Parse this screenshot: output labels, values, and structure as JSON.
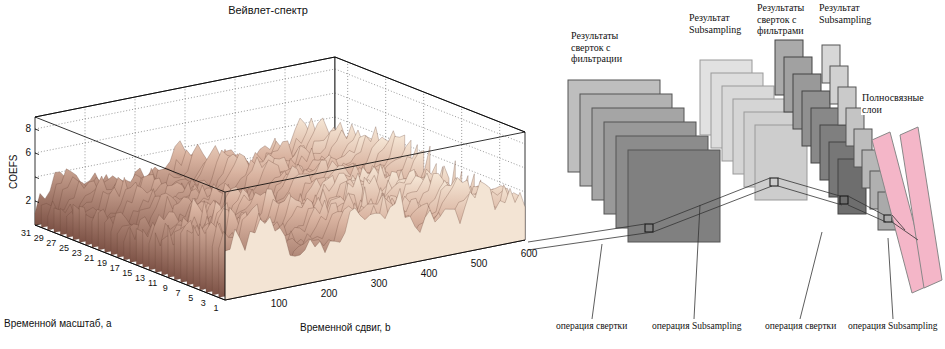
{
  "diagram": {
    "title": "Вейвлет-спектр",
    "labels": [
      "COEFS",
      "8",
      "6",
      "2",
      "31",
      "29",
      "27",
      "25",
      "23",
      "21",
      "19",
      "17",
      "15",
      "13",
      "11",
      "9",
      "7",
      "5",
      "3",
      "1",
      "Временной масштаб, a",
      "100",
      "200",
      "300",
      "400",
      "500",
      "600",
      "Временной сдвиг, b",
      "Результаты сверток с фильтрации",
      "Результат Subsampling",
      "Результаты сверток с фильтрами",
      "Результат Subsampling",
      "Полносвязные слои",
      "операция свертки",
      "операция Subsampling",
      "операция свертки",
      "операция Subsampling"
    ]
  }
}
